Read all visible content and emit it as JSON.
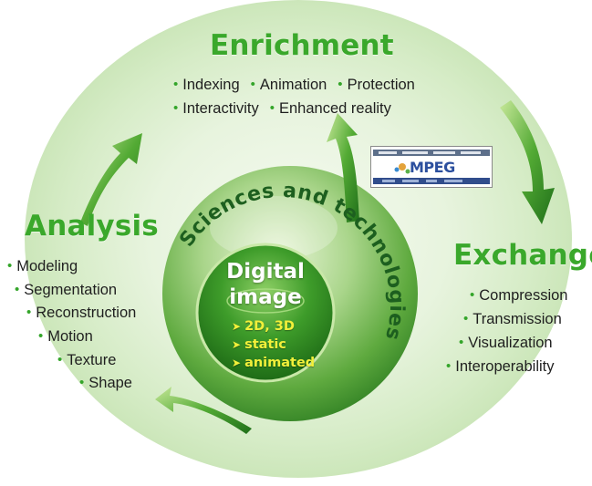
{
  "sections": {
    "enrichment": {
      "title": "Enrichment",
      "items": [
        "Indexing",
        "Animation",
        "Protection",
        "Interactivity",
        "Enhanced reality"
      ]
    },
    "analysis": {
      "title": "Analysis",
      "items": [
        "Modeling",
        "Segmentation",
        "Reconstruction",
        "Motion",
        "Texture",
        "Shape"
      ]
    },
    "exchange": {
      "title": "Exchange",
      "items": [
        "Compression",
        "Transmission",
        "Visualization",
        "Interoperability"
      ]
    }
  },
  "arc_label": "Sciences and technologies",
  "core": {
    "title_line1": "Digital",
    "title_line2": "image",
    "items": [
      "2D, 3D",
      "static",
      "animated"
    ]
  },
  "logo": {
    "icon": "mpeg-logo",
    "text": "MPEG"
  },
  "bullet_glyph": "•",
  "core_marker_glyph": "➤",
  "colors": {
    "title_green": "#3aa82b",
    "bullet_green": "#34a52a",
    "core_text_yellow": "#f2f03a",
    "arc_text_green": "#1d5f1f",
    "ring_light": "#dcefd0",
    "arrow_green": "#3f9a2c"
  }
}
